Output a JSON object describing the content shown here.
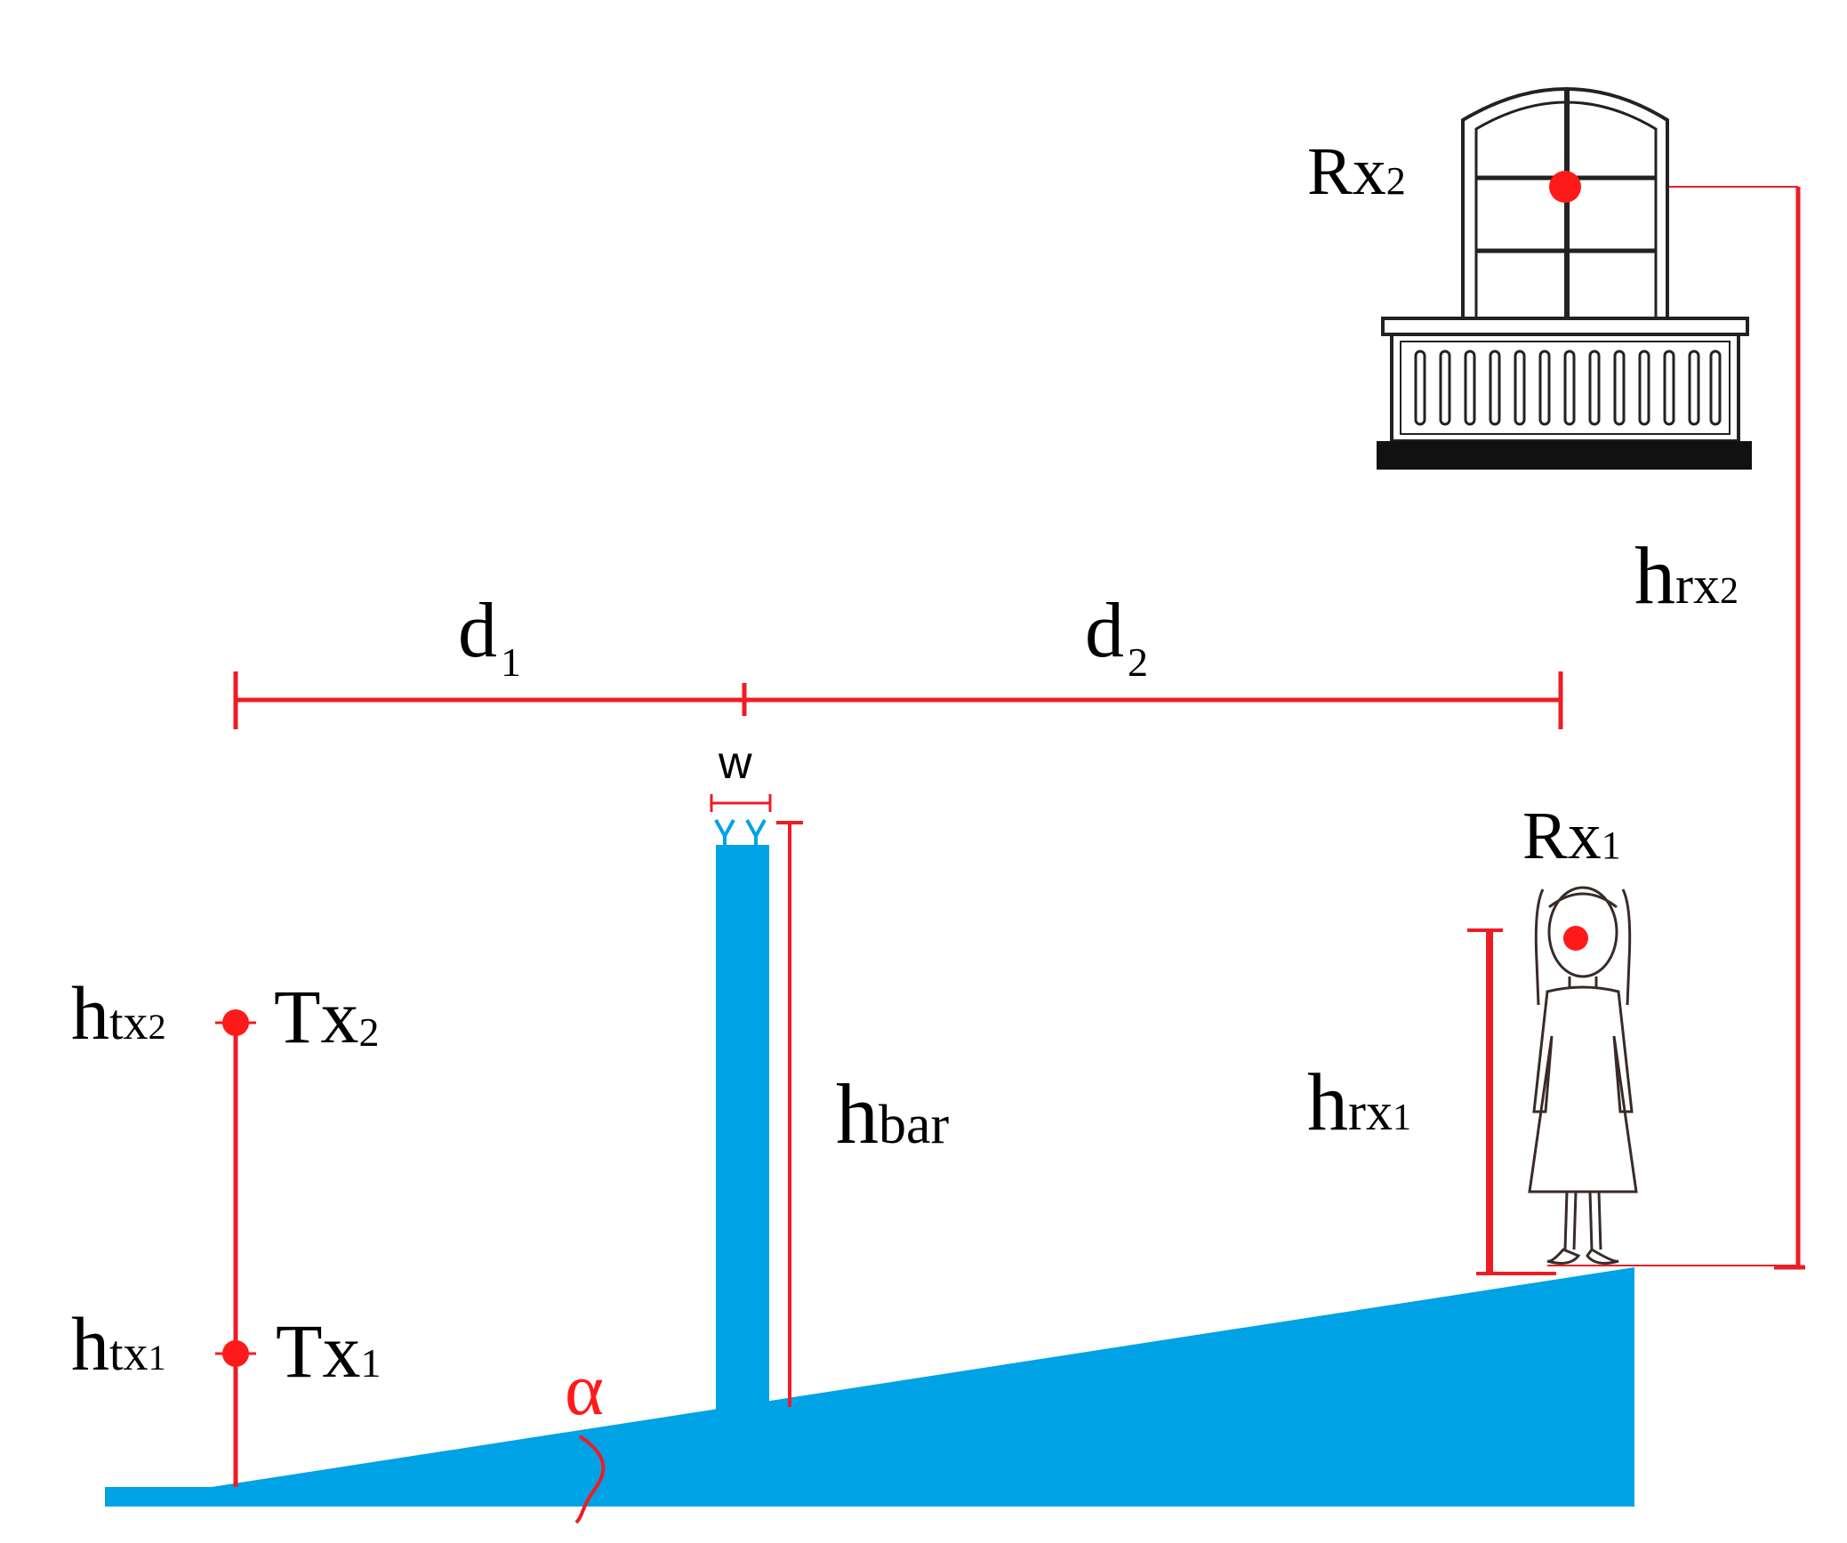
{
  "labels": {
    "d1": {
      "main": "d",
      "sub": "1"
    },
    "d2": {
      "main": "d",
      "sub": "2"
    },
    "w": "w",
    "hbar": {
      "main": "h",
      "sub": "bar"
    },
    "htx2": {
      "main": "h",
      "sub": "tx",
      "subnum": "2"
    },
    "htx1": {
      "main": "h",
      "sub": "tx",
      "subnum": "1"
    },
    "tx2": {
      "main": "Tx",
      "sub": "2"
    },
    "tx1": {
      "main": "Tx",
      "sub": "1"
    },
    "rx1": {
      "main": "Rx",
      "sub": "1"
    },
    "rx2": {
      "main": "Rx",
      "sub": "2"
    },
    "hrx1": {
      "main": "h",
      "sub": "rx",
      "subnum": "1"
    },
    "hrx2": {
      "main": "h",
      "sub": "rx",
      "subnum": "2"
    },
    "alpha": "α"
  },
  "colors": {
    "terrain": "#00a2e6",
    "barrier": "#00a2e6",
    "dimension": "#ee1c24",
    "marker": "#ff1a1a",
    "outline": "#222222"
  },
  "icons": {
    "receiver_2": "balcony-window-icon",
    "receiver_1": "standing-person-icon"
  }
}
